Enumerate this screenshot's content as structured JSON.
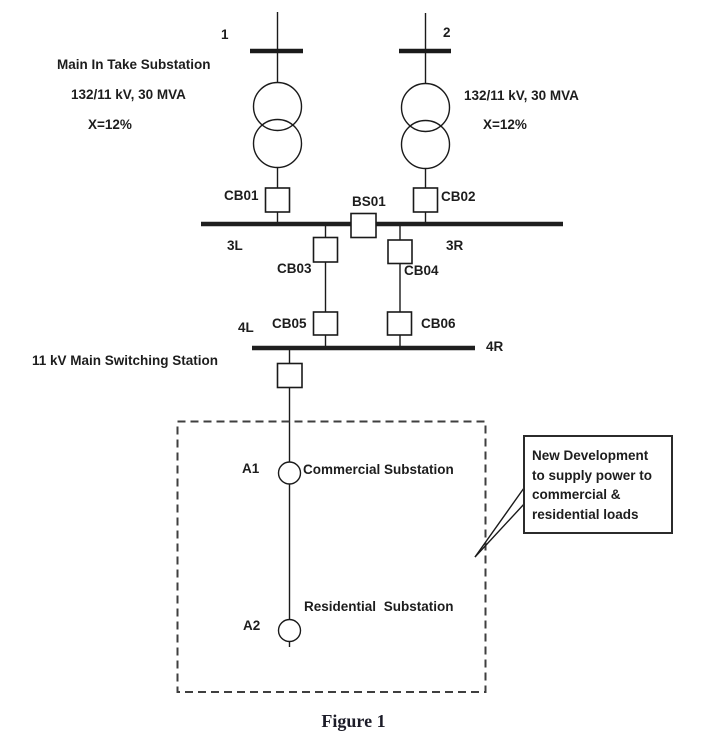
{
  "figure": {
    "caption": "Figure 1",
    "intake_substation": {
      "label": "Main In Take Substation",
      "sources": [
        {
          "id": "1",
          "rating": "132/11 kV, 30 MVA",
          "impedance": "X=12%"
        },
        {
          "id": "2",
          "rating": "132/11 kV, 30 MVA",
          "impedance": "X=12%"
        }
      ]
    },
    "breakers": {
      "cb01": "CB01",
      "cb02": "CB02",
      "bs01": "BS01",
      "cb03": "CB03",
      "cb04": "CB04",
      "cb05": "CB05",
      "cb06": "CB06"
    },
    "busbars": {
      "bus3_left": "3L",
      "bus3_right": "3R",
      "bus4_left": "4L",
      "bus4_right": "4R"
    },
    "switching_station_label": "11 kV Main Switching Station",
    "new_development": {
      "feeders": [
        {
          "id": "A1",
          "name": "Commercial Substation"
        },
        {
          "id": "A2",
          "name": "Residential Substation"
        }
      ],
      "callout_lines": [
        "New Development",
        "to supply power to",
        "commercial &",
        "residential loads"
      ]
    },
    "colors": {
      "line": "#1a1a1a",
      "busbar": "#1f1f1f",
      "dashed_border": "#3f3f3f",
      "caption": "#1c1c28"
    }
  }
}
